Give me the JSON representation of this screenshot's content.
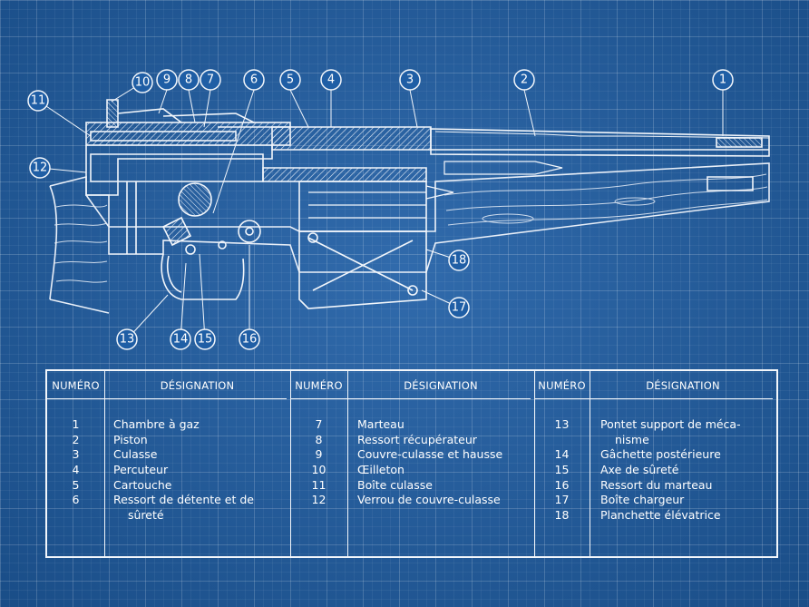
{
  "callouts": [
    "1",
    "2",
    "3",
    "4",
    "5",
    "6",
    "7",
    "8",
    "9",
    "10",
    "11",
    "12",
    "13",
    "14",
    "15",
    "16",
    "17",
    "18"
  ],
  "table": {
    "headers": {
      "numero": "NUMÉRO",
      "designation": "DÉSIGNATION"
    },
    "col1": {
      "numbers": [
        "1",
        "2",
        "3",
        "4",
        "5",
        "6",
        ""
      ],
      "names": [
        "Chambre à gaz",
        "Piston",
        "Culasse",
        "Percuteur",
        "Cartouche",
        "Ressort de détente et de",
        "sûreté"
      ]
    },
    "col2": {
      "numbers": [
        "7",
        "8",
        "9",
        "10",
        "11",
        "12"
      ],
      "names": [
        "Marteau",
        "Ressort récupérateur",
        "Couvre-culasse et hausse",
        "Œilleton",
        "Boîte culasse",
        "Verrou de couvre-culasse"
      ]
    },
    "col3": {
      "numbers": [
        "13",
        "",
        "14",
        "15",
        "16",
        "17",
        "18"
      ],
      "names": [
        "Pontet support de méca-",
        "nisme",
        "Gâchette postérieure",
        "Axe de sûreté",
        "Ressort du marteau",
        "Boîte chargeur",
        "Planchette élévatrice"
      ]
    }
  }
}
